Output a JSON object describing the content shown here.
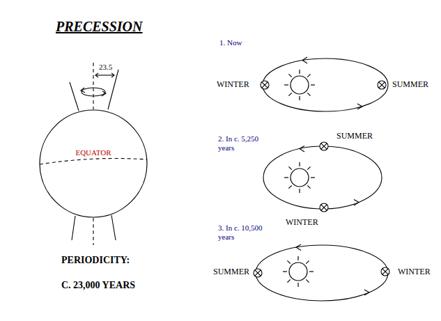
{
  "diagram": {
    "title": "PRECESSION",
    "nodes": [
      {
        "text": [
          "EQUATOR"
        ]
      }
    ],
    "labels": [
      "23.5",
      "PERIODICITY:",
      "C. 23,000 YEARS",
      "1. Now",
      "WINTER",
      "SUMMER",
      "2. In c. 5,250 years",
      "SUMMER",
      "WINTER",
      "3. In c. 10,500 years",
      "SUMMER",
      "WINTER"
    ]
  }
}
